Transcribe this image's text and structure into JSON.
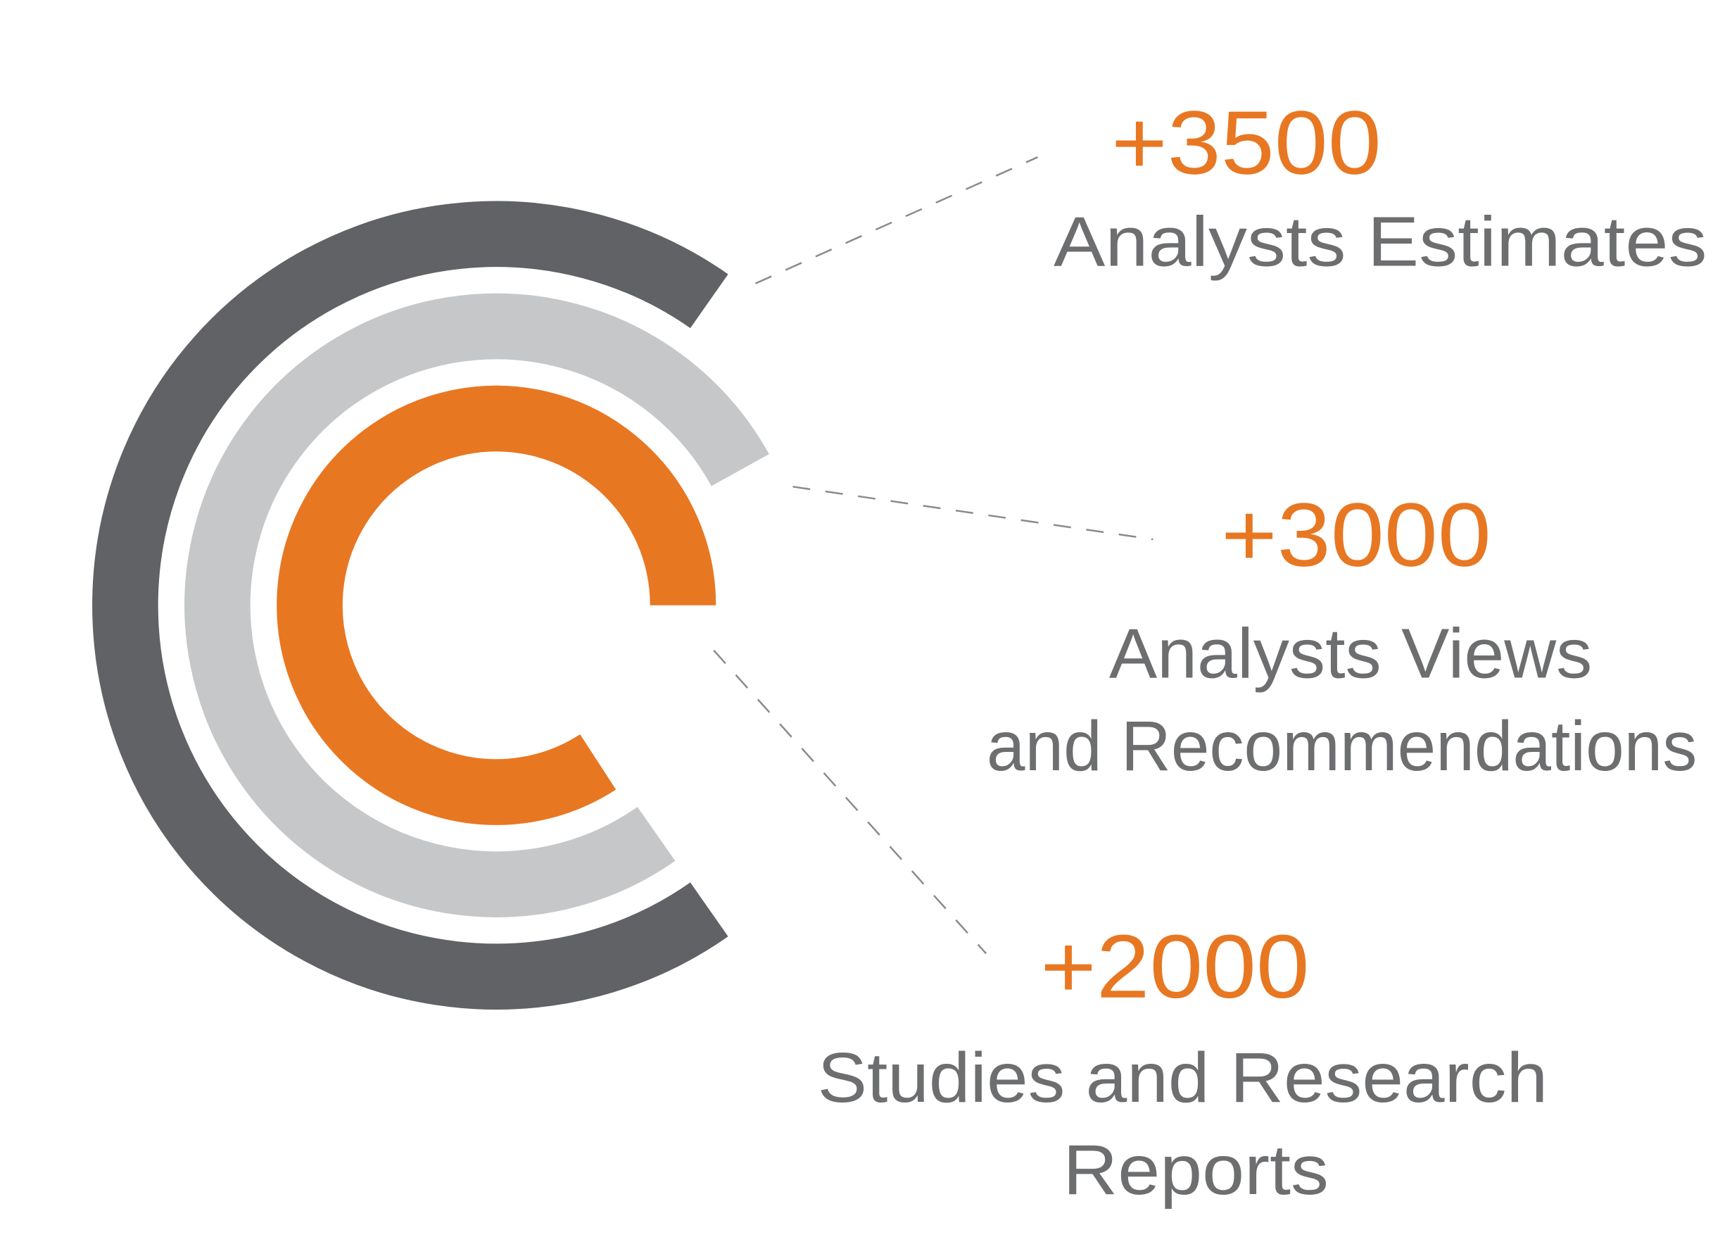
{
  "colors": {
    "accent": "#E87722",
    "dark_gray": "#616265",
    "light_gray": "#C6C7C8",
    "text_gray": "#6D6E70",
    "leader": "#8A8B8D"
  },
  "stats": [
    {
      "value": "+3500",
      "lines": [
        "Analysts Estimates"
      ]
    },
    {
      "value": "+3000",
      "lines": [
        "Analysts Views",
        "and Recommendations"
      ]
    },
    {
      "value": "+2000",
      "lines": [
        "Studies and Research",
        "Reports"
      ]
    }
  ]
}
